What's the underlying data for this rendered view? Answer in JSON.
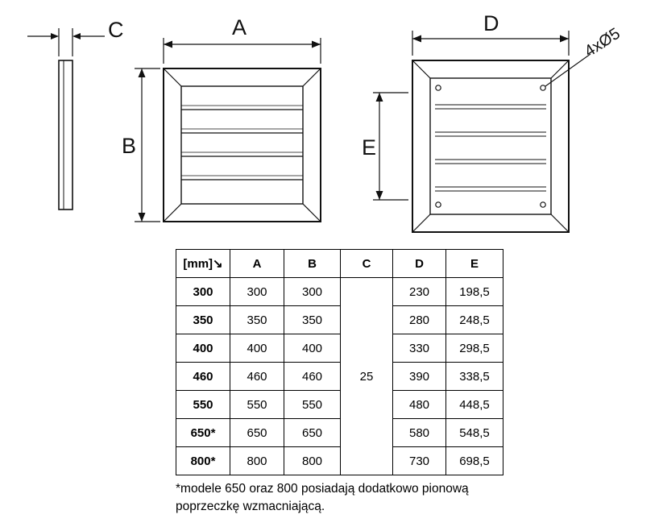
{
  "diagram": {
    "side_view": {
      "thickness_label": "C"
    },
    "front_view": {
      "width_label": "A",
      "height_label": "B"
    },
    "mounting_view": {
      "width_label": "D",
      "height_label": "E",
      "holes_label": "4xØ5"
    }
  },
  "table": {
    "headers": [
      "[mm]↘",
      "A",
      "B",
      "C",
      "D",
      "E"
    ],
    "c_shared_value": "25",
    "rows": [
      {
        "size": "300",
        "a": "300",
        "b": "300",
        "d": "230",
        "e": "198,5"
      },
      {
        "size": "350",
        "a": "350",
        "b": "350",
        "d": "280",
        "e": "248,5"
      },
      {
        "size": "400",
        "a": "400",
        "b": "400",
        "d": "330",
        "e": "298,5"
      },
      {
        "size": "460",
        "a": "460",
        "b": "460",
        "d": "390",
        "e": "338,5"
      },
      {
        "size": "550",
        "a": "550",
        "b": "550",
        "d": "480",
        "e": "448,5"
      },
      {
        "size": "650*",
        "a": "650",
        "b": "650",
        "d": "580",
        "e": "548,5"
      },
      {
        "size": "800*",
        "a": "800",
        "b": "800",
        "d": "730",
        "e": "698,5"
      }
    ]
  },
  "footnote": {
    "line1": "*modele 650 oraz 800 posiadają dodatkowo pionową",
    "line2": "poprzeczkę wzmacniającą."
  },
  "colors": {
    "line": "#111111",
    "background": "#ffffff"
  }
}
